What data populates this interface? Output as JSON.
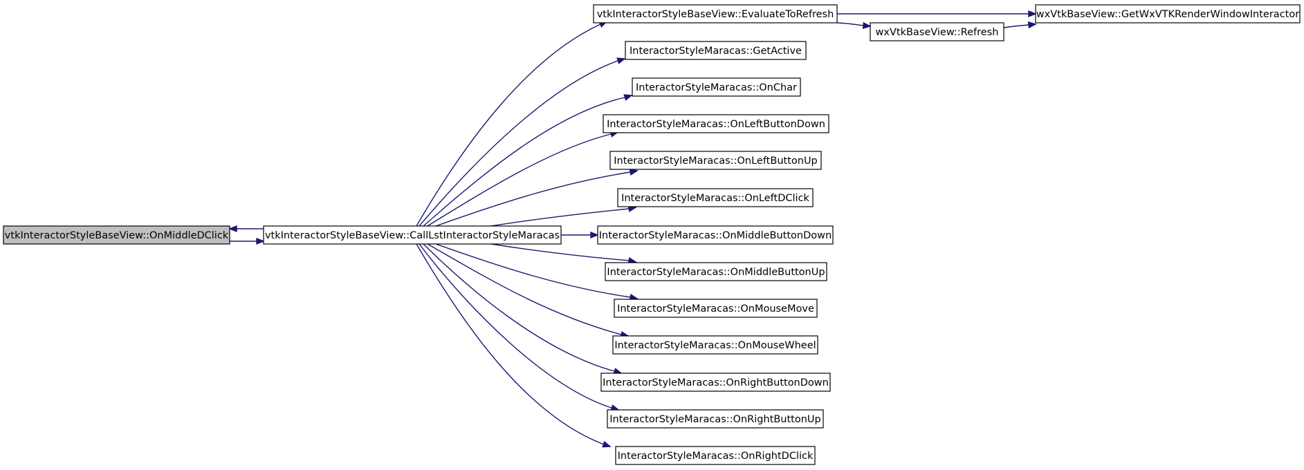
{
  "colors": {
    "edge": "#191970",
    "current_fill": "#bfbfbf",
    "node_fill": "#ffffff",
    "node_stroke": "#000000"
  },
  "nodes": [
    {
      "id": "root",
      "label": "vtkInteractorStyleBaseView::OnMiddleDClick",
      "current": true
    },
    {
      "id": "calllst",
      "label": "vtkInteractorStyleBaseView::CallLstInteractorStyleMaracas"
    },
    {
      "id": "evaluate",
      "label": "vtkInteractorStyleBaseView::EvaluateToRefresh"
    },
    {
      "id": "getwx",
      "label": "wxVtkBaseView::GetWxVTKRenderWindowInteractor"
    },
    {
      "id": "refresh",
      "label": "wxVtkBaseView::Refresh"
    },
    {
      "id": "getactive",
      "label": "InteractorStyleMaracas::GetActive"
    },
    {
      "id": "onchar",
      "label": "InteractorStyleMaracas::OnChar"
    },
    {
      "id": "onleftdown",
      "label": "InteractorStyleMaracas::OnLeftButtonDown"
    },
    {
      "id": "onleftup",
      "label": "InteractorStyleMaracas::OnLeftButtonUp"
    },
    {
      "id": "onleftdclick",
      "label": "InteractorStyleMaracas::OnLeftDClick"
    },
    {
      "id": "onmiddledown",
      "label": "InteractorStyleMaracas::OnMiddleButtonDown"
    },
    {
      "id": "onmiddleup",
      "label": "InteractorStyleMaracas::OnMiddleButtonUp"
    },
    {
      "id": "onmousemove",
      "label": "InteractorStyleMaracas::OnMouseMove"
    },
    {
      "id": "onmousewheel",
      "label": "InteractorStyleMaracas::OnMouseWheel"
    },
    {
      "id": "onrightdown",
      "label": "InteractorStyleMaracas::OnRightButtonDown"
    },
    {
      "id": "onrightup",
      "label": "InteractorStyleMaracas::OnRightButtonUp"
    },
    {
      "id": "onrightdclick",
      "label": "InteractorStyleMaracas::OnRightDClick"
    }
  ],
  "edges": [
    {
      "from": "root",
      "to": "calllst"
    },
    {
      "from": "calllst",
      "to": "root"
    },
    {
      "from": "calllst",
      "to": "evaluate"
    },
    {
      "from": "calllst",
      "to": "getactive"
    },
    {
      "from": "calllst",
      "to": "onchar"
    },
    {
      "from": "calllst",
      "to": "onleftdown"
    },
    {
      "from": "calllst",
      "to": "onleftup"
    },
    {
      "from": "calllst",
      "to": "onleftdclick"
    },
    {
      "from": "calllst",
      "to": "onmiddledown"
    },
    {
      "from": "calllst",
      "to": "onmiddleup"
    },
    {
      "from": "calllst",
      "to": "onmousemove"
    },
    {
      "from": "calllst",
      "to": "onmousewheel"
    },
    {
      "from": "calllst",
      "to": "onrightdown"
    },
    {
      "from": "calllst",
      "to": "onrightup"
    },
    {
      "from": "calllst",
      "to": "onrightdclick"
    },
    {
      "from": "evaluate",
      "to": "getwx"
    },
    {
      "from": "evaluate",
      "to": "refresh"
    },
    {
      "from": "refresh",
      "to": "getwx"
    }
  ]
}
